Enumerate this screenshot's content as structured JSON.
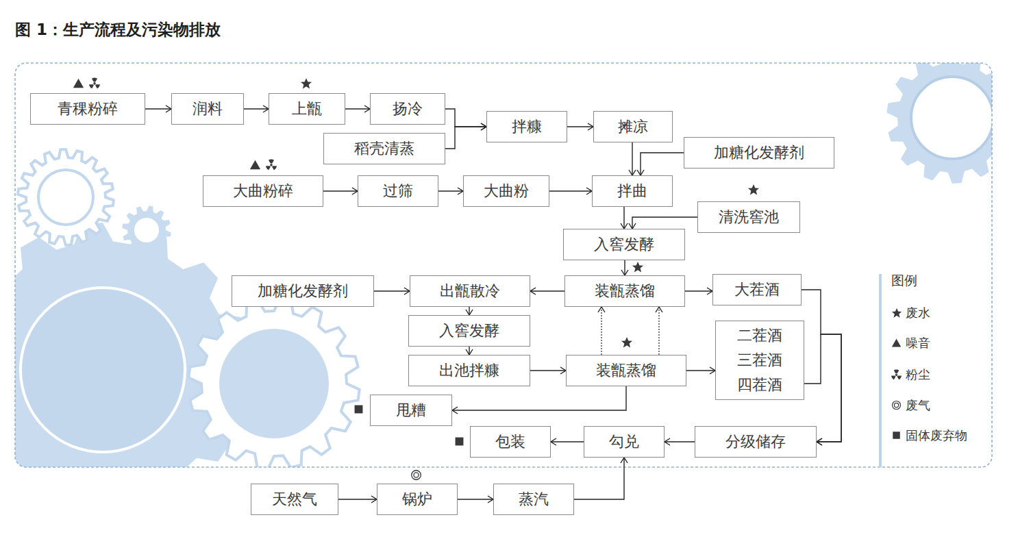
{
  "diagram": {
    "title": "图 1：生产流程及污染物排放",
    "nodes": [
      {
        "text": [
          "青稞粉碎"
        ]
      },
      {
        "text": [
          "润料"
        ]
      },
      {
        "text": [
          "上甑"
        ]
      },
      {
        "text": [
          "扬冷"
        ]
      },
      {
        "text": [
          "稻壳清蒸"
        ]
      },
      {
        "text": [
          "拌糠"
        ]
      },
      {
        "text": [
          "摊凉"
        ]
      },
      {
        "text": [
          "加糖化发酵剂"
        ]
      },
      {
        "text": [
          "大曲粉碎"
        ]
      },
      {
        "text": [
          "过筛"
        ]
      },
      {
        "text": [
          "大曲粉"
        ]
      },
      {
        "text": [
          "拌曲"
        ]
      },
      {
        "text": [
          "清洗窖池"
        ]
      },
      {
        "text": [
          "入窖发酵"
        ]
      },
      {
        "text": [
          "加糖化发酵剂"
        ]
      },
      {
        "text": [
          "出甑散冷"
        ]
      },
      {
        "text": [
          "装甑蒸馏"
        ]
      },
      {
        "text": [
          "大茬酒"
        ]
      },
      {
        "text": [
          "入窖发酵"
        ]
      },
      {
        "text": [
          "出池拌糠"
        ]
      },
      {
        "text": [
          "装甑蒸馏"
        ]
      },
      {
        "text": [
          "二茬酒",
          "三茬酒",
          "四茬酒"
        ]
      },
      {
        "text": [
          "甩糟"
        ]
      },
      {
        "text": [
          "包装"
        ]
      },
      {
        "text": [
          "勾兑"
        ]
      },
      {
        "text": [
          "分级储存"
        ]
      },
      {
        "text": [
          "天然气"
        ]
      },
      {
        "text": [
          "锅炉"
        ]
      },
      {
        "text": [
          "蒸汽"
        ]
      }
    ],
    "edges": [
      {
        "from": 0,
        "to": 1,
        "arrow": "to"
      },
      {
        "from": 1,
        "to": 2,
        "arrow": "to"
      },
      {
        "from": 2,
        "to": 3,
        "arrow": "to"
      },
      {
        "from": 3,
        "to": 5,
        "arrow": "to"
      },
      {
        "from": 4,
        "to": 5,
        "arrow": "to"
      },
      {
        "from": 5,
        "to": 6,
        "arrow": "to"
      },
      {
        "from": 6,
        "to": 11,
        "arrow": "to"
      },
      {
        "from": 7,
        "to": 11,
        "arrow": "to"
      },
      {
        "from": 8,
        "to": 9,
        "arrow": "to"
      },
      {
        "from": 9,
        "to": 10,
        "arrow": "to"
      },
      {
        "from": 10,
        "to": 11,
        "arrow": "to"
      },
      {
        "from": 11,
        "to": 13,
        "arrow": "to"
      },
      {
        "from": 12,
        "to": 13,
        "arrow": "to"
      },
      {
        "from": 13,
        "to": 16,
        "arrow": "to"
      },
      {
        "from": 16,
        "to": 15,
        "arrow": "to"
      },
      {
        "from": 14,
        "to": 15,
        "arrow": "to"
      },
      {
        "from": 16,
        "to": 17,
        "arrow": "to"
      },
      {
        "from": 15,
        "to": 18,
        "arrow": "to"
      },
      {
        "from": 18,
        "to": 19,
        "arrow": "to"
      },
      {
        "from": 19,
        "to": 20,
        "arrow": "to"
      },
      {
        "from": 20,
        "to": 16,
        "arrow": "to"
      },
      {
        "from": 20,
        "to": 16,
        "arrow": "to"
      },
      {
        "from": 20,
        "to": 21,
        "arrow": "to"
      },
      {
        "from": 20,
        "to": 22,
        "arrow": "to"
      },
      {
        "from": 17,
        "to": 25,
        "arrow": "to"
      },
      {
        "from": 21,
        "to": 25,
        "arrow": "to"
      },
      {
        "from": 25,
        "to": 24,
        "arrow": "to"
      },
      {
        "from": 24,
        "to": 23,
        "arrow": "to"
      },
      {
        "from": 26,
        "to": 27,
        "arrow": "to"
      },
      {
        "from": 27,
        "to": 28,
        "arrow": "to"
      },
      {
        "from": 28,
        "to": 24,
        "arrow": "to"
      }
    ],
    "labels": [
      "图例"
    ],
    "legend": [
      {
        "text": "废水"
      },
      {
        "text": "噪音"
      },
      {
        "text": "粉尘"
      },
      {
        "text": "废气"
      },
      {
        "text": "固体废弃物"
      }
    ]
  }
}
